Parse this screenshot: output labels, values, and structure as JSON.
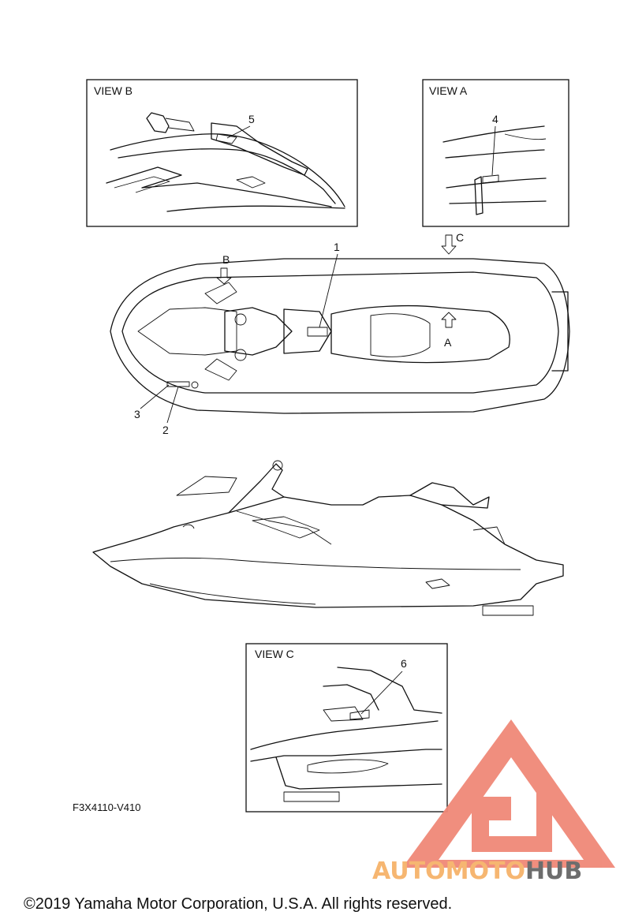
{
  "views": {
    "view_b": {
      "title": "VIEW B"
    },
    "view_a": {
      "title": "VIEW A"
    },
    "view_c": {
      "title": "VIEW C"
    }
  },
  "callouts": {
    "c1": "1",
    "c2": "2",
    "c3": "3",
    "c4": "4",
    "c5": "5",
    "c6": "6"
  },
  "view_arrows": {
    "a": "A",
    "b": "B",
    "c": "C"
  },
  "figure_code": "F3X4110-V410",
  "copyright": "©2019 Yamaha Motor Corporation, U.S.A. All rights reserved.",
  "watermark": {
    "part1": "AUTOMOTO",
    "part2": "HUB",
    "color_primary": "#f08878",
    "color_secondary": "#f6b36a",
    "color_dark": "#666666"
  }
}
